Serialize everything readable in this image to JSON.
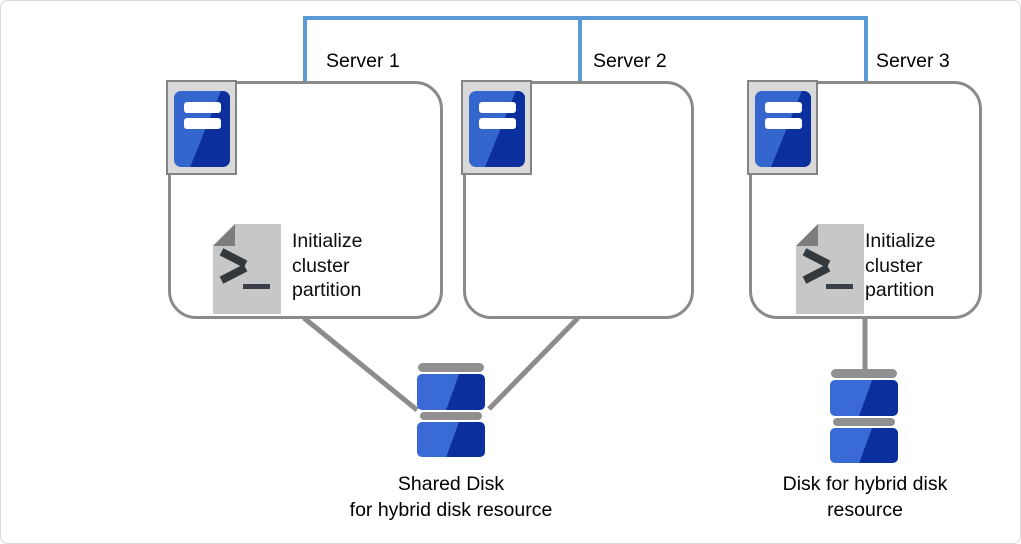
{
  "servers": [
    {
      "name": "Server 1",
      "note": "Initialize cluster partition"
    },
    {
      "name": "Server 2"
    },
    {
      "name": "Server 3",
      "note": "Initialize cluster partition"
    }
  ],
  "disks": [
    {
      "name": "shared-disk",
      "label": "Shared Disk\nfor hybrid disk resource"
    },
    {
      "name": "hybrid-disk",
      "label": "Disk for hybrid disk\nresource"
    }
  ],
  "icons": {
    "server": "server-tower-icon",
    "script": "script-file-icon",
    "disk": "disk-stack-icon"
  },
  "colors": {
    "network_line": "#5B9BD5",
    "box_border": "#8A8A8A",
    "connector_line": "#8C8C8C",
    "server_blue_light": "#3566CE",
    "server_blue_dark": "#0C2F9E",
    "icon_tray_gray": "#D9D9D9",
    "script_body_gray": "#C7C7C7",
    "script_fold_gray": "#7D7D7D",
    "disk_cap_gray": "#909090",
    "text": "#000000"
  }
}
